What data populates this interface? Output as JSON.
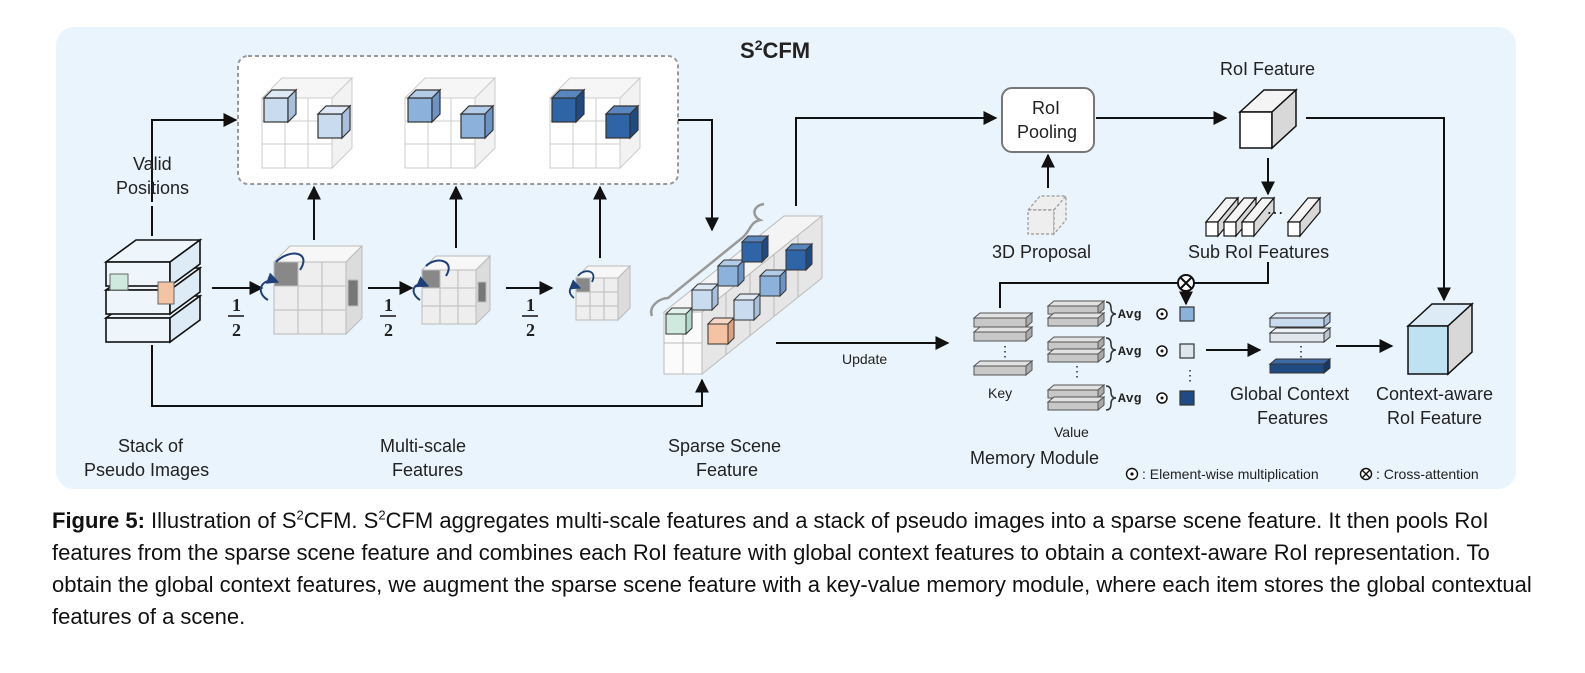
{
  "title": {
    "prefix": "S",
    "sup": "2",
    "suffix": "CFM"
  },
  "labels": {
    "valid_positions_1": "Valid",
    "valid_positions_2": "Positions",
    "stack_1": "Stack of",
    "stack_2": "Pseudo Images",
    "multiscale_1": "Multi-scale",
    "multiscale_2": "Features",
    "sparse_1": "Sparse Scene",
    "sparse_2": "Feature",
    "half": "1",
    "half_den": "2",
    "roi_pooling_1": "RoI",
    "roi_pooling_2": "Pooling",
    "roi_feature": "RoI Feature",
    "proposal": "3D Proposal",
    "sub_roi": "Sub RoI Features",
    "update": "Update",
    "key": "Key",
    "value": "Value",
    "memory_module": "Memory Module",
    "avg": "Avg",
    "global_1": "Global Context",
    "global_2": "Features",
    "context_1": "Context-aware",
    "context_2": "RoI Feature",
    "legend_mul": ": Element-wise multiplication",
    "legend_ca": ": Cross-attention",
    "dots": "…"
  },
  "colors": {
    "panel": "#e9f4fc",
    "light_blue": "#c9dbee",
    "mid_blue": "#8cb2dc",
    "dark_blue": "#2f64a6",
    "teal": "#cfe9df",
    "orange": "#f3c3a4",
    "navy_arrow": "#1f3f78"
  },
  "caption": {
    "label": "Figure 5:",
    "p1": " Illustration of S",
    "sup1": "2",
    "p2": "CFM. S",
    "sup2": "2",
    "p3": "CFM aggregates multi-scale features and a stack of pseudo images into a sparse scene feature. It then pools RoI features from the sparse scene feature and combines each RoI feature with global context features to obtain a context-aware RoI representation. To obtain the global context features, we augment the sparse scene feature with a key-value memory module, where each item stores the global contextual features of a scene."
  }
}
